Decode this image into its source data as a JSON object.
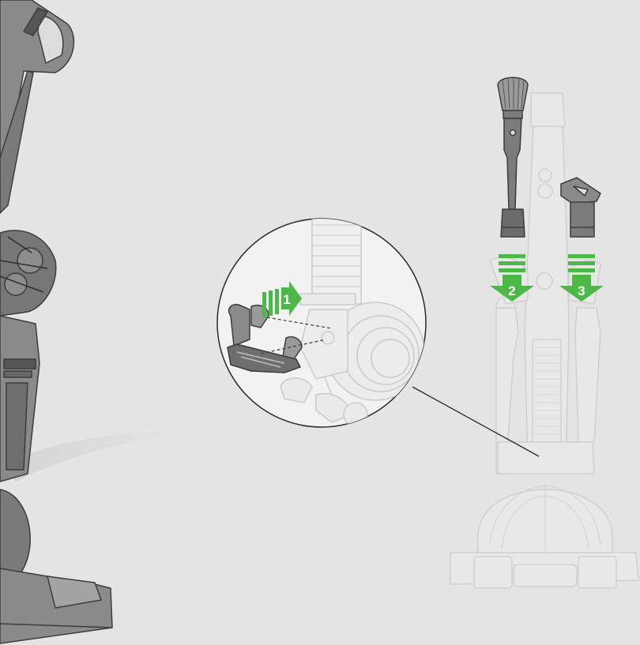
{
  "colors": {
    "background": "#e4e4e4",
    "accent_green": "#4cb847",
    "ghost_outline": "#cfcfcf",
    "ghost_fill": "#e8e8e8",
    "dark_part": "#6b6b6b",
    "outline": "#3c3c3c"
  },
  "steps": [
    {
      "number": "1",
      "icon": "clip-attach-arrow-icon"
    },
    {
      "number": "2",
      "icon": "down-arrow-icon"
    },
    {
      "number": "3",
      "icon": "down-arrow-icon"
    }
  ]
}
